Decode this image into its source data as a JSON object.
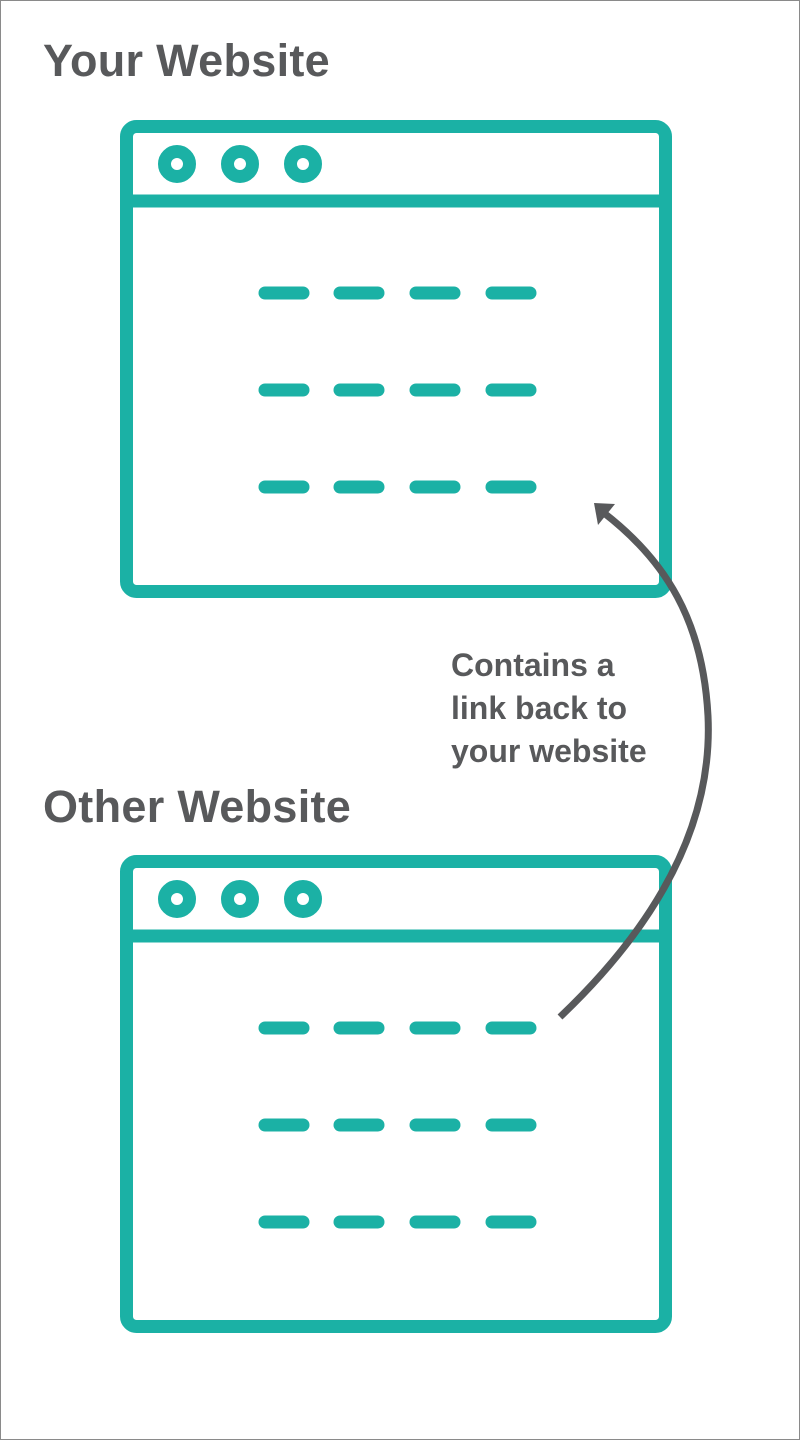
{
  "colors": {
    "accent_teal": "#1bb1a5",
    "text_gray": "#58595b",
    "arrow_gray": "#58595b",
    "border_gray": "#8a8a8a",
    "background": "#ffffff"
  },
  "your_website": {
    "title": "Your Website",
    "window_icon": "browser-window-icon",
    "dots": 3,
    "text_line_rows": 3,
    "dashes_per_row": 4
  },
  "other_website": {
    "title": "Other Website",
    "window_icon": "browser-window-icon",
    "dots": 3,
    "text_line_rows": 3,
    "dashes_per_row": 4
  },
  "link_annotation": {
    "lines": [
      "Contains a",
      "link back to",
      "your website"
    ],
    "arrow_icon": "curved-arrow-icon",
    "direction": "from Other Website to Your Website"
  }
}
